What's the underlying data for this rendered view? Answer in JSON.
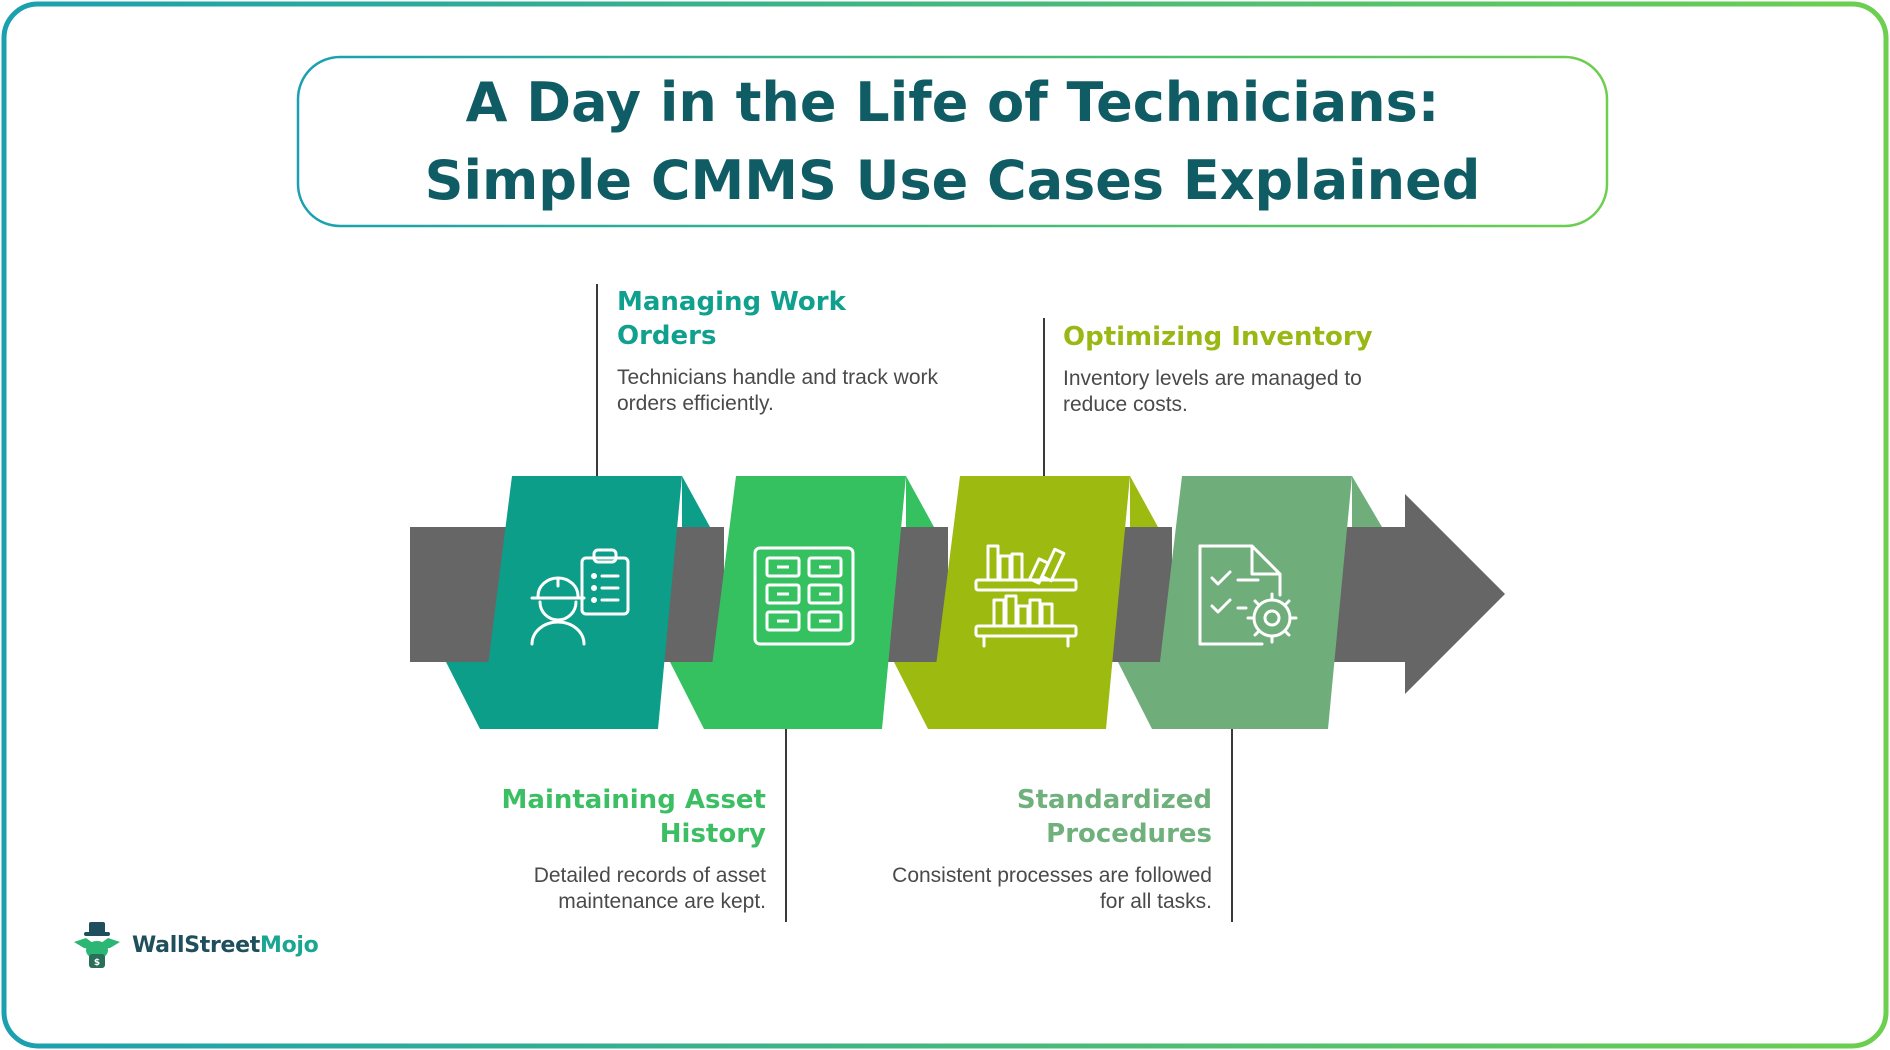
{
  "title": "A Day in the Life of Technicians: Simple CMMS Use Cases Explained",
  "colors": {
    "frame_start": "#1aa0b0",
    "frame_end": "#6ccf4f",
    "title_text": "#0f5c64",
    "arrow_gray": "#666666",
    "step1": "#0d9e8a",
    "step2": "#36c160",
    "step3": "#9dba10",
    "step4": "#6fae7b",
    "body_text": "#4a4a4a"
  },
  "steps": [
    {
      "heading": "Managing Work Orders",
      "description": "Technicians handle and track work orders efficiently.",
      "icon": "technician-clipboard-icon"
    },
    {
      "heading": "Maintaining Asset History",
      "description": "Detailed records of asset maintenance are kept.",
      "icon": "file-cabinet-icon"
    },
    {
      "heading": "Optimizing Inventory",
      "description": "Inventory levels are managed to reduce costs.",
      "icon": "shelves-icon"
    },
    {
      "heading": "Standardized Procedures",
      "description": "Consistent processes are followed for all tasks.",
      "icon": "document-gear-icon"
    }
  ],
  "logo": {
    "part1": "WallStreet",
    "part2": "Mojo",
    "icon": "wallstreetmojo-mascot-icon"
  }
}
